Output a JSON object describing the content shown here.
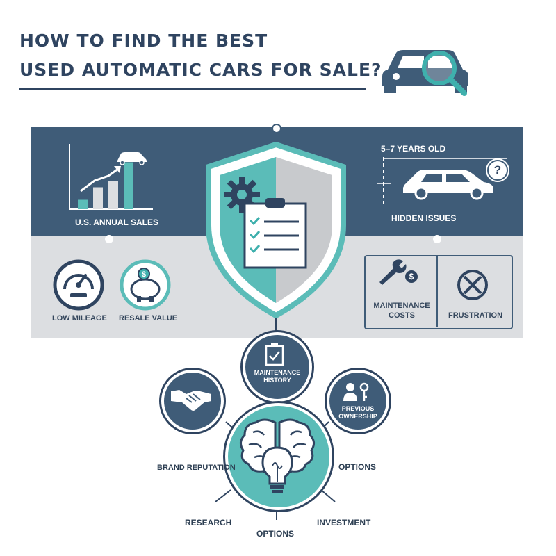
{
  "title": {
    "line1": "HOW TO FIND THE BEST",
    "line2": "USED AUTOMATIC CARS FOR SALE?"
  },
  "panels": {
    "sales": {
      "label": "U.S. ANNUAL SALES",
      "bars": [
        0.15,
        0.35,
        0.45,
        0.75
      ]
    },
    "age": {
      "label": "5–7 YEARS OLD"
    },
    "hidden": {
      "label": "HIDDEN ISSUES",
      "badge": "?"
    },
    "mileage": {
      "label": "LOW MILEAGE"
    },
    "resale": {
      "label": "RESALE VALUE"
    },
    "maintenance_costs": {
      "line1": "MAINTENANCE",
      "line2": "COSTS"
    },
    "frustration": {
      "label": "FRUSTRATION"
    }
  },
  "mindmap": {
    "maintenance_history": {
      "line1": "MAINTENANCE",
      "line2": "HISTORY"
    },
    "previous_ownership": {
      "line1": "PREVIOUS",
      "line2": "OWNERSHIP"
    },
    "brand_reputation": "BRAND REPUTATION",
    "options_right": "OPTIONS",
    "research": "RESEARCH",
    "options_bottom": "OPTIONS",
    "investment": "INVESTMENT"
  },
  "colors": {
    "navy": "#3f5c78",
    "teal": "#5bbcb8",
    "grey": "#dcdee1",
    "dark": "#2f4460"
  },
  "icons": [
    "car-search-icon",
    "bar-chart-icon",
    "car-icon",
    "gear-icon",
    "clipboard-icon",
    "shield-icon",
    "speedometer-icon",
    "piggy-bank-icon",
    "wrench-icon",
    "dollar-icon",
    "x-circle-icon",
    "handshake-icon",
    "person-key-icon",
    "brain-icon",
    "lightbulb-icon"
  ]
}
